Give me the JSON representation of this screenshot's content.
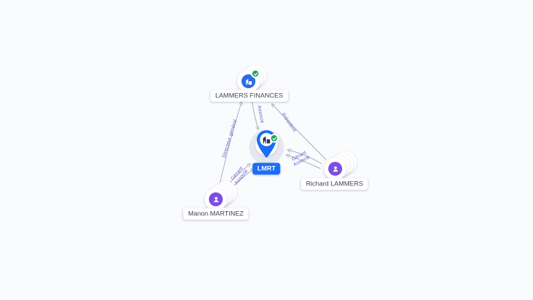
{
  "view": {
    "type": "company-network-graph"
  },
  "colors": {
    "background": "#fafbfd",
    "company_blue": "#2e6be4",
    "focus_pin_blue": "#1b6ef5",
    "person_purple": "#7c4fe0",
    "verified_green": "#1fa55e",
    "edge_line": "#a6adbc",
    "edge_label_purple": "#6456c8",
    "chip_text": "#3c4454"
  },
  "nodes": {
    "lammers_finances": {
      "label": "LAMMERS FINANCES",
      "type": "company",
      "verified": true
    },
    "lmrt": {
      "label": "LMRT",
      "type": "company",
      "focused": true,
      "verified": true
    },
    "richard_lammers": {
      "label": "Richard LAMMERS",
      "type": "person"
    },
    "manon_martinez": {
      "label": "Manon MARTINEZ",
      "type": "person"
    }
  },
  "edges": [
    {
      "from": "LAMMERS FINANCES",
      "to": "LMRT",
      "labels": [
        "Associé"
      ]
    },
    {
      "from": "Richard LAMMERS",
      "to": "LAMMERS FINANCES",
      "labels": [
        "Président"
      ]
    },
    {
      "from": "Manon MARTINEZ",
      "to": "LAMMERS FINANCES",
      "labels": [
        "Directeur général"
      ]
    },
    {
      "from": "Richard LAMMERS",
      "to": "LMRT",
      "labels": [
        "Gérant",
        "Associé"
      ]
    },
    {
      "from": "Manon MARTINEZ",
      "to": "LMRT",
      "labels": [
        "Gérant",
        "Associé"
      ]
    }
  ]
}
